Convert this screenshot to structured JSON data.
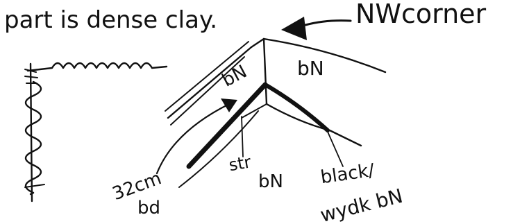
{
  "sketch": {
    "header_text": "part is dense clay.",
    "corner_label": "NWcorner",
    "panel_left_label": "bN",
    "panel_right_label": "bN",
    "label_thickness": "32cm",
    "label_bd": "bd",
    "label_str": "str",
    "label_str_bn": "bN",
    "label_black": "black/",
    "label_wy_dk_bn": "wydk bN"
  },
  "colors": {
    "ink": "#111111",
    "paper": "#ffffff"
  }
}
